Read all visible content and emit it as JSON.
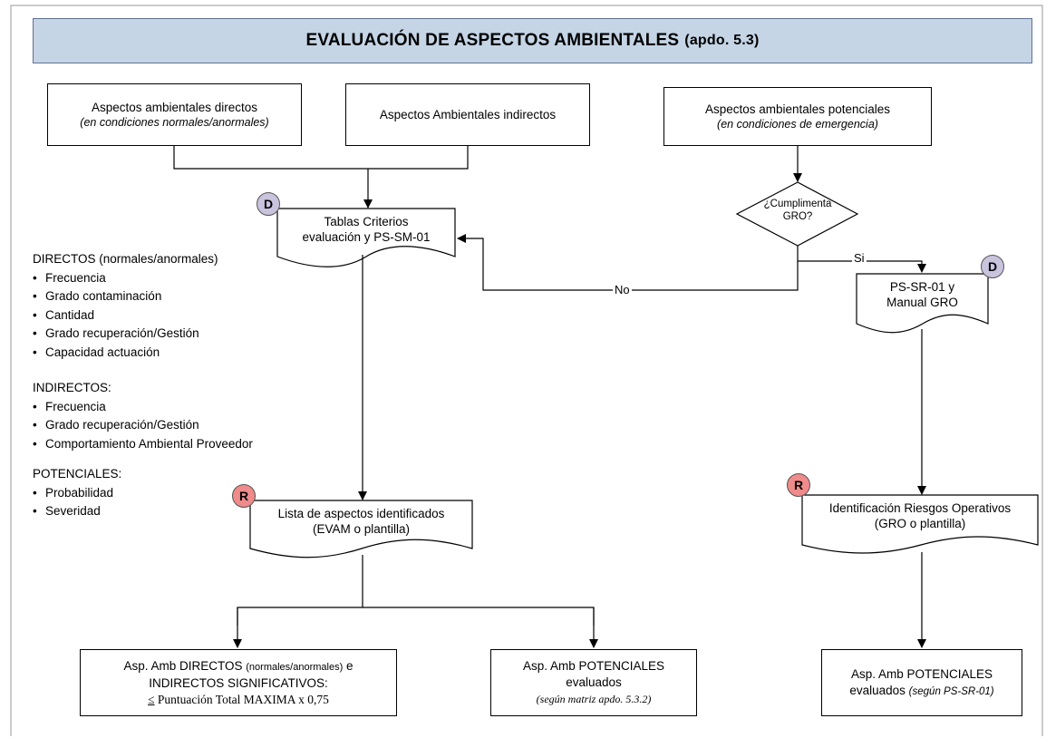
{
  "title": {
    "main": "EVALUACIÓN DE ASPECTOS AMBIENTALES",
    "sub": "(apdo. 5.3)"
  },
  "boxes": {
    "directos": {
      "line1": "Aspectos ambientales directos",
      "line2": "(en condiciones normales/anormales)"
    },
    "indirectos": {
      "line1": "Aspectos Ambientales indirectos"
    },
    "potenciales": {
      "line1": "Aspectos ambientales potenciales",
      "line2": "(en condiciones de emergencia)"
    }
  },
  "docs": {
    "tablas": {
      "line1": "Tablas Criterios",
      "line2": "evaluación y PS-SM-01",
      "badge": "D"
    },
    "psr": {
      "line1": "PS-SR-01 y",
      "line2": "Manual GRO",
      "badge": "D"
    },
    "lista": {
      "line1": "Lista de aspectos identificados",
      "line2": "(EVAM o plantilla)",
      "badge": "R"
    },
    "riesgos": {
      "line1": "Identificación Riesgos Operativos",
      "line2": "(GRO o plantilla)",
      "badge": "R"
    }
  },
  "decision": {
    "line1": "¿Cumplimenta",
    "line2": "GRO?",
    "yes": "Si",
    "no": "No"
  },
  "criteria": {
    "directos": {
      "heading": "DIRECTOS (normales/anormales)",
      "items": [
        "Frecuencia",
        "Grado contaminación",
        "Cantidad",
        "Grado recuperación/Gestión",
        "Capacidad actuación"
      ]
    },
    "indirectos": {
      "heading": "INDIRECTOS:",
      "items": [
        "Frecuencia",
        "Grado recuperación/Gestión",
        "Comportamiento Ambiental Proveedor"
      ]
    },
    "potenciales": {
      "heading": "POTENCIALES:",
      "items": [
        "Probabilidad",
        "Severidad"
      ]
    }
  },
  "outputs": {
    "directos": {
      "line1a": "Asp. Amb DIRECTOS ",
      "line1b": "(normales/anormales)",
      "line1c": " e",
      "line2": "INDIRECTOS SIGNIFICATIVOS:",
      "line3_sym": "≤",
      "line3": " Puntuación Total MAXIMA x 0,75"
    },
    "potenciales_matriz": {
      "line1": "Asp. Amb POTENCIALES",
      "line2": "evaluados",
      "line3": "(según matriz apdo. 5.3.2)"
    },
    "potenciales_ps": {
      "line1": "Asp. Amb POTENCIALES",
      "line2": "evaluados",
      "line2b": "(según PS-SR-01)"
    }
  },
  "colors": {
    "title_bg": "#c5d5e6",
    "badge_d": "#c9c3de",
    "badge_r": "#f08b8b"
  }
}
